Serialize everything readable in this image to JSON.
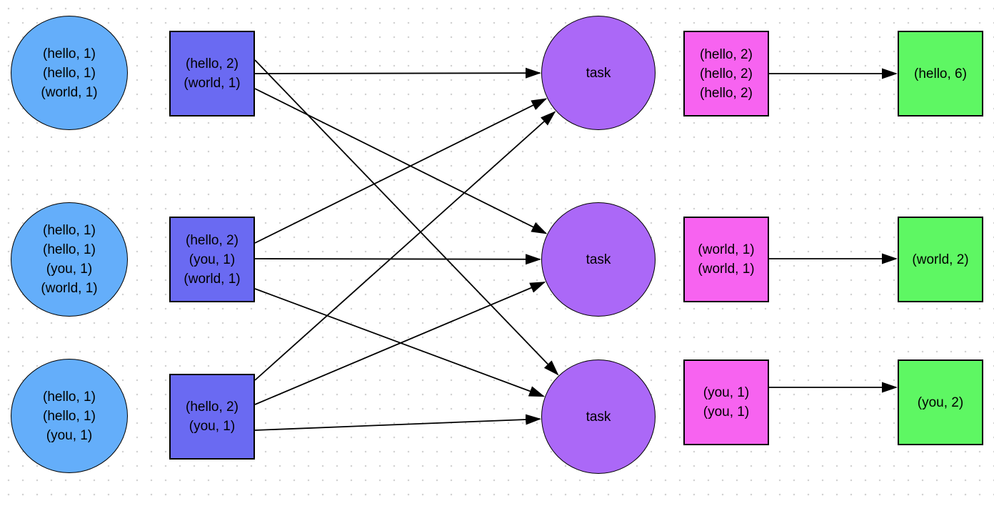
{
  "colors": {
    "input": "#64aefa",
    "map": "#6a6af2",
    "task": "#ab68f7",
    "shuffle": "#f763f0",
    "reduce": "#5ef763",
    "edge": "#000000",
    "dot_grid": "#d2d2d2"
  },
  "nodes": {
    "input1": {
      "lines": [
        "(hello, 1)",
        "(hello, 1)",
        "(world, 1)"
      ]
    },
    "input2": {
      "lines": [
        "(hello, 1)",
        "(hello, 1)",
        "(you, 1)",
        "(world, 1)"
      ]
    },
    "input3": {
      "lines": [
        "(hello, 1)",
        "(hello, 1)",
        "(you, 1)"
      ]
    },
    "map1": {
      "lines": [
        "(hello, 2)",
        "(world, 1)"
      ]
    },
    "map2": {
      "lines": [
        "(hello, 2)",
        "(you, 1)",
        "(world, 1)"
      ]
    },
    "map3": {
      "lines": [
        "(hello, 2)",
        "(you, 1)"
      ]
    },
    "task1": {
      "label": "task"
    },
    "task2": {
      "label": "task"
    },
    "task3": {
      "label": "task"
    },
    "shuffle1": {
      "lines": [
        "(hello, 2)",
        "(hello, 2)",
        "(hello, 2)"
      ]
    },
    "shuffle2": {
      "lines": [
        "(world, 1)",
        "(world, 1)"
      ]
    },
    "shuffle3": {
      "lines": [
        "(you, 1)",
        "(you, 1)"
      ]
    },
    "reduce1": {
      "lines": [
        "(hello, 6)"
      ]
    },
    "reduce2": {
      "lines": [
        "(world, 2)"
      ]
    },
    "reduce3": {
      "lines": [
        "(you, 2)"
      ]
    }
  },
  "edges": [
    {
      "from": "map1",
      "to": "task1"
    },
    {
      "from": "map1",
      "to": "task2"
    },
    {
      "from": "map1",
      "to": "task3"
    },
    {
      "from": "map2",
      "to": "task1"
    },
    {
      "from": "map2",
      "to": "task2"
    },
    {
      "from": "map2",
      "to": "task3"
    },
    {
      "from": "map3",
      "to": "task1"
    },
    {
      "from": "map3",
      "to": "task2"
    },
    {
      "from": "map3",
      "to": "task3"
    },
    {
      "from": "shuffle1",
      "to": "reduce1"
    },
    {
      "from": "shuffle2",
      "to": "reduce2"
    },
    {
      "from": "shuffle3",
      "to": "reduce3"
    }
  ]
}
